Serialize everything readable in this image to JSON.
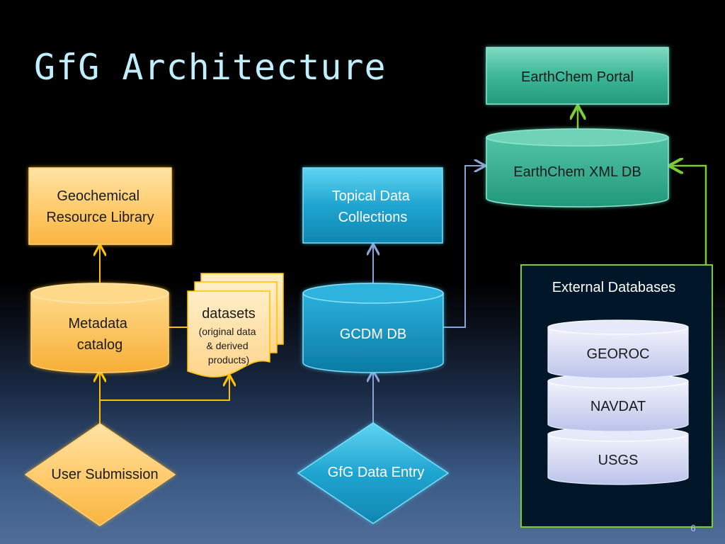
{
  "slide": {
    "title": "GfG Architecture",
    "page_number": "6"
  },
  "nodes": {
    "earthchem_portal": "EarthChem Portal",
    "earthchem_xml_db": "EarthChem XML DB",
    "geochemical_resource_library": [
      "Geochemical",
      "Resource Library"
    ],
    "topical_data_collections": [
      "Topical Data",
      "Collections"
    ],
    "metadata_catalog": [
      "Metadata",
      "catalog"
    ],
    "datasets": {
      "title": "datasets",
      "caption": [
        "(original data",
        "& derived",
        "products)"
      ]
    },
    "gcdm_db": "GCDM DB",
    "user_submission": "User Submission",
    "gfg_data_entry": "GfG Data Entry"
  },
  "external_databases": {
    "title": "External Databases",
    "items": [
      "GEOROC",
      "NAVDAT",
      "USGS"
    ]
  },
  "colors": {
    "orange_accent": "#ffc000",
    "blue_accent": "#2aa8d0",
    "teal_accent": "#3bb89a",
    "green_connector": "#7ccc34",
    "lavender_db": "#c6ccee"
  }
}
